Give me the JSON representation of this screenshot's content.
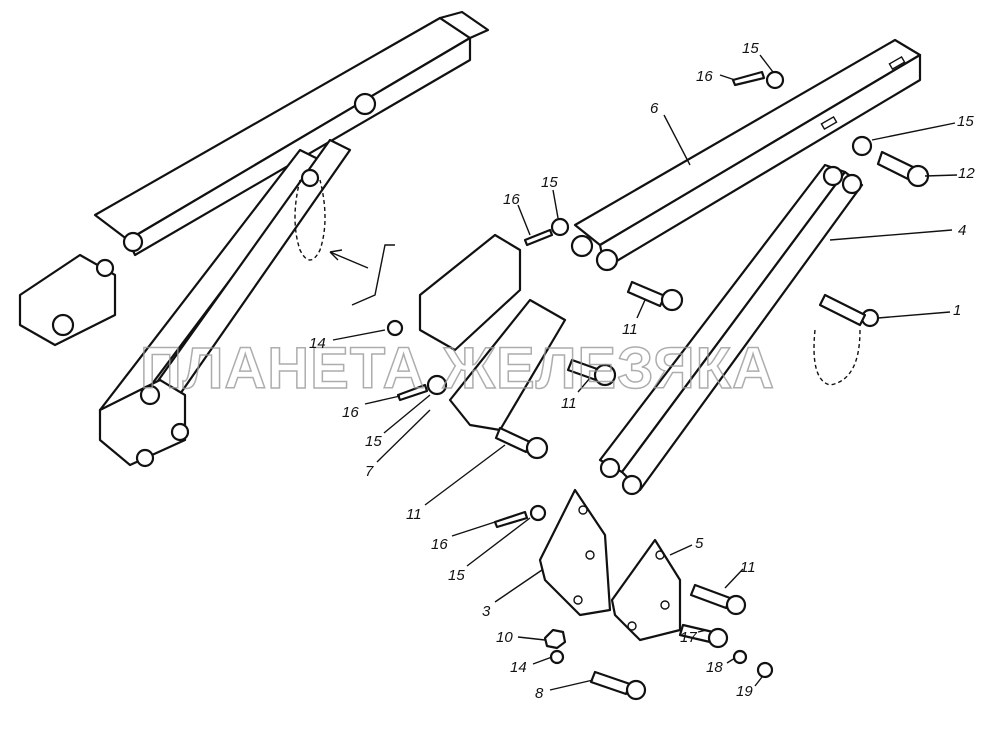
{
  "watermark": "ПЛАНЕТА ЖЕЛЕЗЯКА",
  "callouts": [
    {
      "id": "c1",
      "label": "15"
    },
    {
      "id": "c2",
      "label": "16"
    },
    {
      "id": "c3",
      "label": "6"
    },
    {
      "id": "c4",
      "label": "15"
    },
    {
      "id": "c5",
      "label": "12"
    },
    {
      "id": "c6",
      "label": "16"
    },
    {
      "id": "c7",
      "label": "15"
    },
    {
      "id": "c8",
      "label": "4"
    },
    {
      "id": "c9",
      "label": "11"
    },
    {
      "id": "c10",
      "label": "1"
    },
    {
      "id": "c11",
      "label": "14"
    },
    {
      "id": "c12",
      "label": "11"
    },
    {
      "id": "c13",
      "label": "16"
    },
    {
      "id": "c14",
      "label": "15"
    },
    {
      "id": "c15",
      "label": "7"
    },
    {
      "id": "c16",
      "label": "11"
    },
    {
      "id": "c17",
      "label": "16"
    },
    {
      "id": "c18",
      "label": "15"
    },
    {
      "id": "c19",
      "label": "5"
    },
    {
      "id": "c20",
      "label": "11"
    },
    {
      "id": "c21",
      "label": "3"
    },
    {
      "id": "c22",
      "label": "10"
    },
    {
      "id": "c23",
      "label": "17"
    },
    {
      "id": "c24",
      "label": "14"
    },
    {
      "id": "c25",
      "label": "18"
    },
    {
      "id": "c26",
      "label": "19"
    },
    {
      "id": "c27",
      "label": "8"
    }
  ]
}
